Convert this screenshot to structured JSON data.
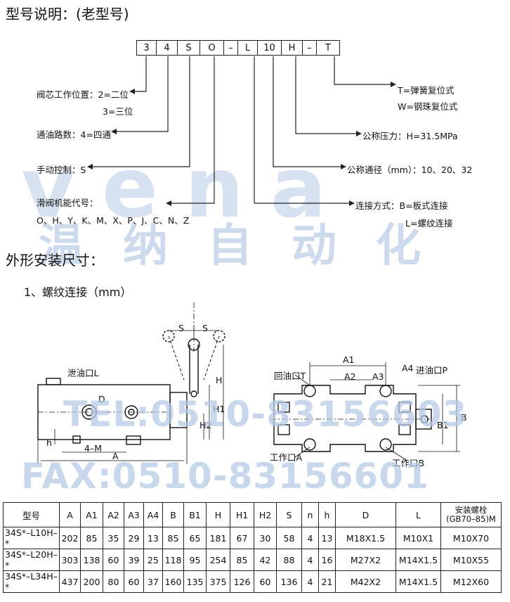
{
  "title": "型号说明：(老型号)",
  "code_cells": [
    "3",
    "4",
    "S",
    "O",
    "–",
    "L",
    "10",
    "H",
    "–",
    "T"
  ],
  "left_labels": {
    "position_1": "阀芯工作位置：2=二位",
    "position_2": "3=三位",
    "ways": "通油路数：4=四通",
    "manual": "手动控制：S",
    "function": "滑阀机能代号：",
    "function_codes": "O、H、Y、K、M、X、P、J、C、N、Z"
  },
  "right_labels": {
    "return_1": "T=弹簧复位式",
    "return_2": "W=钢珠复位式",
    "pressure": "公称压力：H=31.5MPa",
    "diameter": "公称通径（mm）：10、20、32",
    "connection_1": "连接方式：B=板式连接",
    "connection_2": "L=螺纹连接"
  },
  "section_title": "外形安装尺寸：",
  "subsection_title": "1、螺纹连接（mm）",
  "watermark": {
    "brand": "vena",
    "company": "温纳自动化",
    "tel": "TEL:0510-83156603",
    "fax": "FAX:0510-83156601"
  },
  "drawing_labels": {
    "drain": "泄油口L",
    "d": "D",
    "s": "S",
    "h_big": "H",
    "h1": "H1",
    "h2": "H2",
    "h_small": "h",
    "four_m": "4–M",
    "a": "A",
    "return_port": "回油口T",
    "a1": "A1",
    "a2": "A2",
    "a3": "A3",
    "a4": "A4",
    "inlet": "进油口P",
    "b": "B",
    "b1": "B1",
    "work_a": "工作口A",
    "work_b": "工作口B"
  },
  "table": {
    "headers": [
      "型号",
      "A",
      "A1",
      "A2",
      "A3",
      "A4",
      "B",
      "B1",
      "H",
      "H1",
      "H2",
      "S",
      "n",
      "h",
      "D",
      "L",
      "安装螺栓 (GB70–85)M"
    ],
    "rows": [
      [
        "34S*–L10H–*",
        "202",
        "85",
        "35",
        "29",
        "13",
        "85",
        "65",
        "181",
        "67",
        "30",
        "58",
        "4",
        "13",
        "M18X1.5",
        "M10X1",
        "M10X70"
      ],
      [
        "34S*–L20H–*",
        "303",
        "138",
        "60",
        "39",
        "25",
        "118",
        "95",
        "254",
        "85",
        "42",
        "88",
        "4",
        "16",
        "M27X2",
        "M14X1.5",
        "M10X55"
      ],
      [
        "34S*–L34H–*",
        "437",
        "200",
        "80",
        "60",
        "37",
        "160",
        "135",
        "375",
        "126",
        "60",
        "136",
        "4",
        "21",
        "M42X2",
        "M14X1.5",
        "M12X60"
      ]
    ]
  }
}
